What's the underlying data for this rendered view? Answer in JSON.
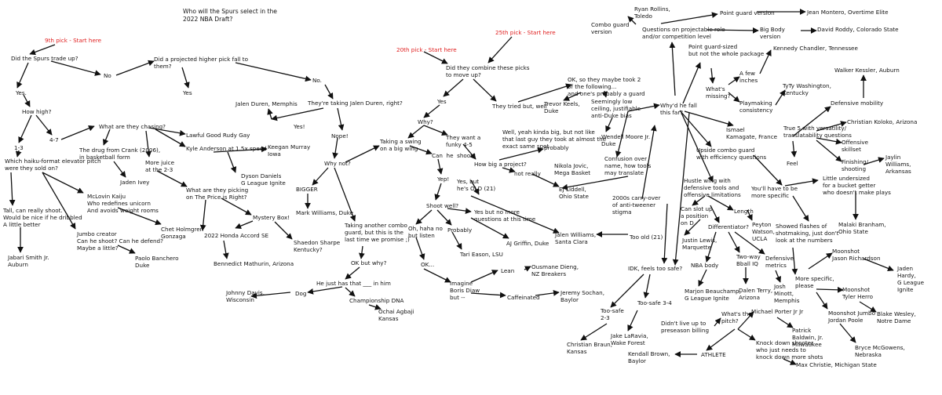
{
  "title": "Who will the Spurs select in the\n2022 NBA Draft?",
  "starts": {
    "ninth": "9th pick - Start here",
    "twentieth": "20th pick - Start here",
    "twentyfifth": "25th pick - Start here"
  },
  "left": {
    "trade_up": "Did the Spurs trade up?",
    "no": "No",
    "yes": "Yes.",
    "how_high": "How high?",
    "r13": "1-3",
    "r47": "4-7",
    "haiku": "Which haiku-format elevator pitch\nwere they sold on?",
    "tall": "Tall, can really shoot.\nWould be nice if he dribbled\nA little better",
    "jabari": "Jabari Smith Jr.\nAuburn",
    "mclovin": "McLovin Kaiju\nWho redefines unicorn\nAnd avoids weight rooms",
    "chet": "Chet Holmgren\nGonzaga",
    "jumbo": "Jumbo creator\nCan he shoot? Can he defend?\nMaybe a little?",
    "paolo": "Paolo Banchero\nDuke",
    "chasing": "What are they chasing?",
    "crank": "The drug from Crank (2006),\nin basketball form",
    "ivey": "Jaden Ivey",
    "more_juice": "More juice\nat the 2-3",
    "rudy": "Lawful Good Rudy Gay",
    "kyle": "Kyle Anderson at 1.5x speed",
    "keegan": "Keegan Murray\nIowa",
    "dyson": "Dyson Daniels\nG League Ignite",
    "price_right": "What are they picking\non The Price is Right?",
    "honda": "2022 Honda Accord SE",
    "bennedict": "Bennedict Mathurin, Arizona",
    "mystery_box": "Mystery Box!",
    "shaedon": "Shaedon Sharpe\nKentucky?"
  },
  "middle": {
    "higher_fall": "Did a projected higher pick fall to\nthem?",
    "yes": "Yes",
    "no": "No.",
    "jalen_duren_q": "They're taking Jalen Duren, right?",
    "jalen_duren": "Jalen Duren, Memphis",
    "yes2": "Yes!",
    "nope": "Nope!",
    "why_not": "Why not?",
    "bigger": "BIGGER",
    "mark": "Mark Williams, Duke",
    "another_guard": "Taking another combo\nguard, but this is the\nlast time we promise ;)",
    "ok_why": "OK but why?",
    "has_that": "He just has that ___ in him",
    "dog": "Dog",
    "johnny": "Johnny Davis,\nWisconsin",
    "dna": "Championship DNA",
    "ochai": "Ochai Agbaji\nKansas"
  },
  "right_mid": {
    "combine": "Did they combine these picks\nto move up?",
    "yes": "Yes",
    "tried": "They tried but, well",
    "why": "Why?",
    "swing": "Taking a swing\non a big wing",
    "can_shoot": "Can  he  shoot?",
    "funky": "They want a\nfunky 4-5",
    "how_big": "How big a project?",
    "probably": "probably",
    "not_really": "not really",
    "kinda_big": "Well, yeah kinda big, but not like\nthat last guy they took at almost the\nexact same spot",
    "nikola": "Nikola Jovic,\nMega Basket",
    "yep": "Yep!",
    "old": "Yes, but\nhe's OLD (21)",
    "shoot_well": "Shoot well?",
    "yes_no_more": "Yes but no more\nquestions at this time",
    "aj": "AJ Griffin, Duke",
    "haha": "Oh, haha no\nbut listen",
    "probably2": "Probably",
    "tari": "Tari Eason, LSU",
    "ok_dots": "OK...",
    "imagine": "Imagine\nBoris Diaw\nbut --",
    "lean": "Lean",
    "ousmane": "Ousmane Dieng,\nNZ Breakers",
    "caffeinated": "Caffeinated",
    "jeremy": "Jeremy Sochan,\nBaylor",
    "jalen_w": "Jalen Williams,\nSanta Clara",
    "too_old": "Too old (21)",
    "ok_moved": "OK, so they maybe took 2\nof the following...\nand one's probably a guard",
    "trevor": "Trevor Keels,\nDuke",
    "low_ceiling": "Seemingly low\nceiling, justifiable\nanti-Duke bias",
    "wendell": "Wendell Moore Jr.\nDuke",
    "confusion": "Confusion over\nname, how tools\nmay translate",
    "ej": "EJ Liddell,\nOhio State",
    "carry_over": "2000s carry-over\nof anti-tweener\nstigma"
  },
  "right": {
    "fall_far": "Why'd he fall\nthis far?",
    "combo_version": "Combo guard\nversion",
    "ryan": "Ryan Rollins,\nToledo",
    "projectable": "Questions on projectable role\nand/or competition level",
    "pg_version": "Point guard version",
    "jean": "Jean Montero, Overtime Elite",
    "big_body": "Big Body\nversion",
    "david": "David Roddy, Colorado State",
    "pg_sized": "Point guard-sized\nbut not the whole package",
    "whats_missing": "What's\nmissing?",
    "few_inches": "A few\ninches",
    "kennedy": "Kennedy Chandler, Tennessee",
    "playmaking": "Playmaking\nconsistency",
    "tyty": "TyTy Washington,\nKentucky",
    "walker": "Walker Kessler, Auburn",
    "def_mobility": "Defensive mobility",
    "true5": "True 5 with versatility/\ntranslatability questions",
    "kobe": "Christian Koloko, Arizona",
    "off_skillset": "Offensive\nskillset",
    "finishing": "Finishing/\nshooting",
    "jaylin": "Jaylin\nWilliams,\nArkansas",
    "ismael": "Ismael\nKamagate, France",
    "feel": "Feel",
    "upside_combo": "Upside combo guard\nwith efficiency questions",
    "more_specific": "You'll have to be\nmore specific",
    "undersized": "Little undersized\nfor a bucket getter\nwho doesn't make plays",
    "malaki": "Malaki Branham,\nOhio State",
    "hustle": "Hustle wing with\ndefensive tools and\noffensive limitations",
    "slot_up": "Can slot up\na position\non D",
    "length": "Length",
    "peyton": "Peyton\nWatson,\nUCLA",
    "differentiator": "Differentiator?",
    "justin": "Justin Lewis,\nMarquette",
    "two_way": "Two-way\nBball IQ",
    "def_metrics": "Defensive\nmetrics",
    "nba_body": "NBA body",
    "marjon": "Marjon Beauchamp,\nG League Ignite",
    "dalen": "Dalen Terry,\nArizona",
    "josh": "Josh\nMinott,\nMemphis",
    "flashes": "Showed flashes of\nshotmaking, just don't\nlook at the numbers",
    "more_specific2": "More specific,\nplease",
    "moonshot_jr": "Moonshot\nJason Richardson",
    "jaden_hardy": "Jaden\nHardy,\nG League\nIgnite",
    "moonshot_th": "Moonshot\nTyler Herro",
    "moonshot_jp": "Moonshot Jumbo\nJordan Poole",
    "blake": "Blake Wesley,\nNotre Dame",
    "bryce": "Bryce McGowens,\nNebraska",
    "idk": "IDK, feels too safe?",
    "too_safe_23": "Too-safe\n2-3",
    "too_safe_34": "Too-safe 3-4",
    "christian_b": "Christian Braun,\nKansas",
    "jake": "Jake LaRavia,\nWake Forest",
    "preseason": "Didn't live up to\npreseason billing",
    "pitch": "What's the\npitch?",
    "athlete": "ATHLETE",
    "mpj": "Michael Porter Jr Jr",
    "patrick": "Patrick\nBaldwin, Jr.\nMilwaukee",
    "knockdown": "Knock down shooter\nwho just needs to\nknock down more shots",
    "max": "Max Christie, Michigan State",
    "kendall": "Kendall Brown,\nBaylor"
  }
}
